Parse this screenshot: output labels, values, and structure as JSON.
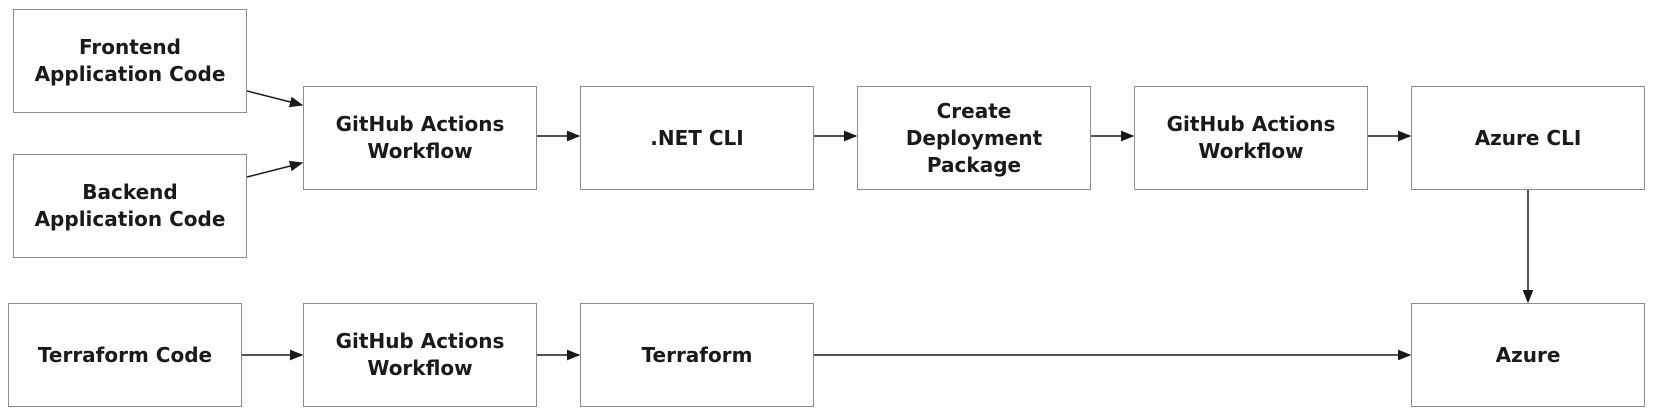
{
  "diagram": {
    "nodes": {
      "frontend": "Frontend\nApplication Code",
      "backend": "Backend\nApplication Code",
      "gha_app": "GitHub Actions\nWorkflow",
      "dotnet_cli": ".NET CLI",
      "create_package": "Create\nDeployment Package",
      "gha_deploy": "GitHub Actions\nWorkflow",
      "azure_cli": "Azure CLI",
      "terraform_code": "Terraform Code",
      "gha_infra": "GitHub Actions\nWorkflow",
      "terraform": "Terraform",
      "azure": "Azure"
    },
    "edges": [
      [
        "frontend",
        "gha_app"
      ],
      [
        "backend",
        "gha_app"
      ],
      [
        "gha_app",
        "dotnet_cli"
      ],
      [
        "dotnet_cli",
        "create_package"
      ],
      [
        "create_package",
        "gha_deploy"
      ],
      [
        "gha_deploy",
        "azure_cli"
      ],
      [
        "azure_cli",
        "azure"
      ],
      [
        "terraform_code",
        "gha_infra"
      ],
      [
        "gha_infra",
        "terraform"
      ],
      [
        "terraform",
        "azure"
      ]
    ],
    "colors": {
      "box_border": "#8c8c8c",
      "arrow": "#1a1a1a",
      "text": "#1a1a1a"
    }
  }
}
